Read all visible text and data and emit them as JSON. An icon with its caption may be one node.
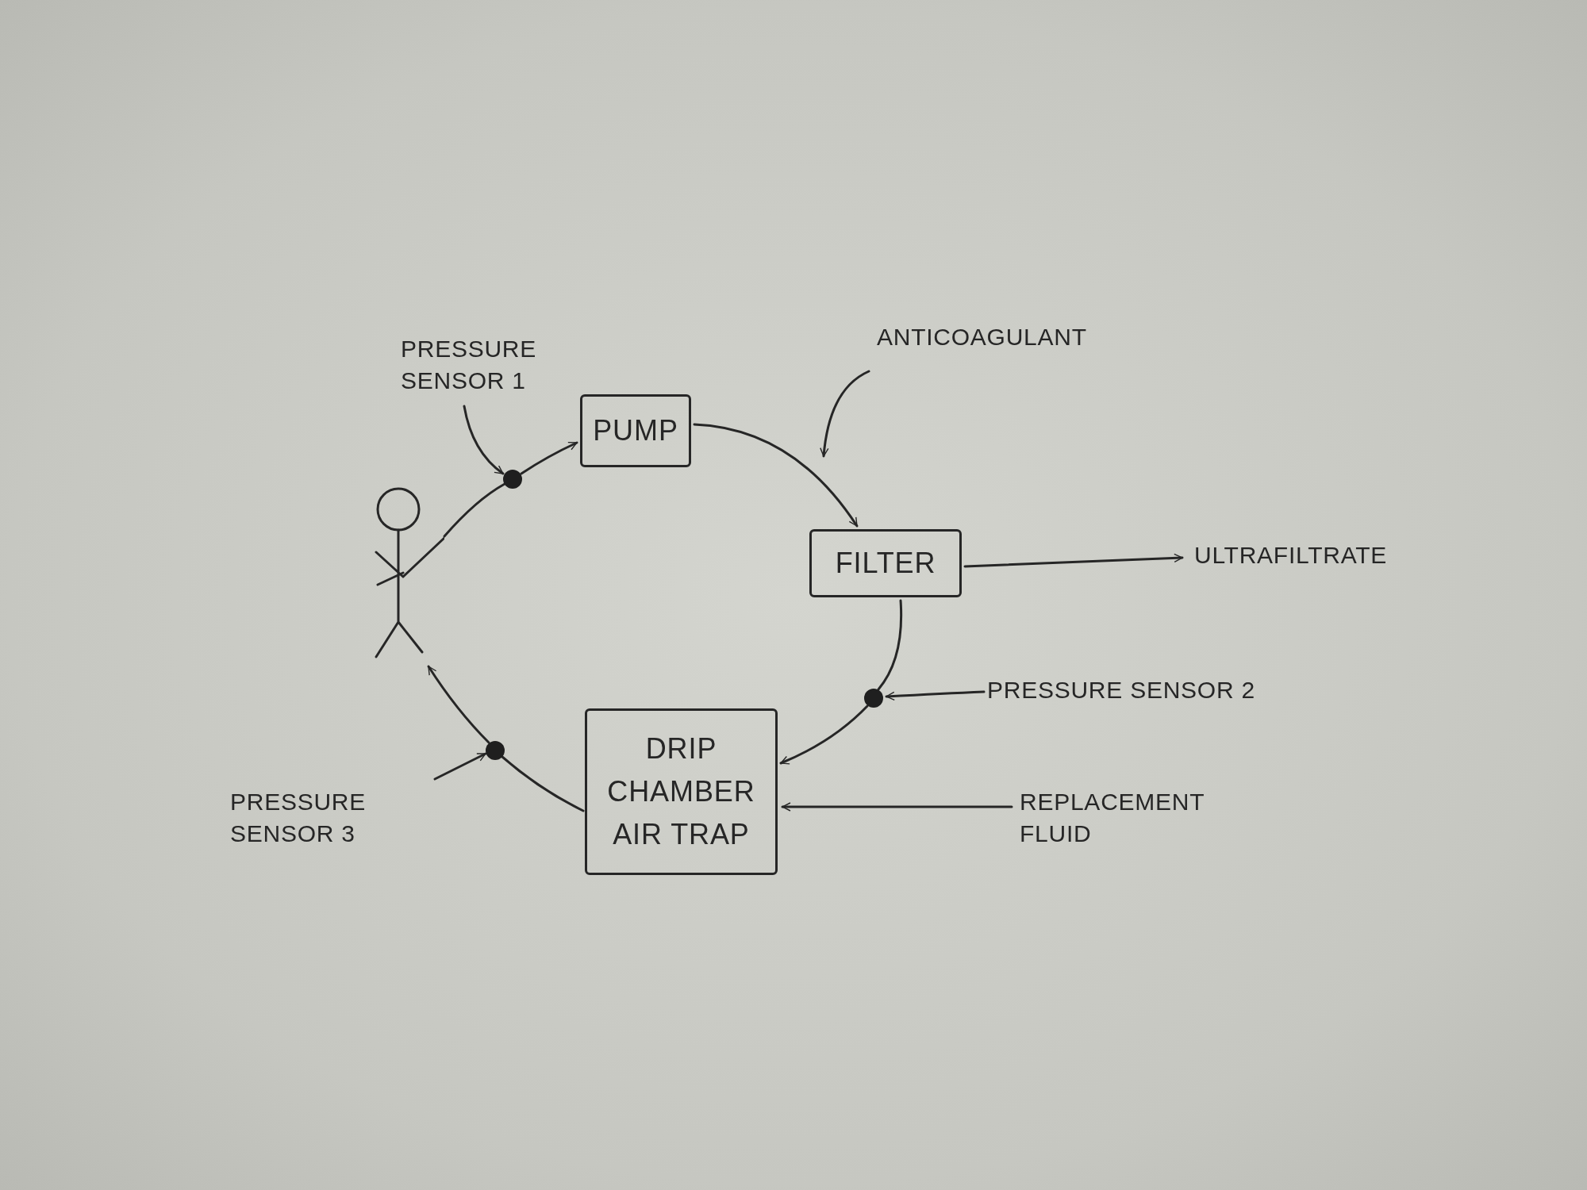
{
  "diagram": {
    "nodes": [
      {
        "text": [],
        "shape": "person"
      },
      {
        "text": [
          "PUMP"
        ]
      },
      {
        "text": [
          "FILTER"
        ]
      },
      {
        "text": [
          "DRIP CHAMBER AIR TRAP"
        ]
      },
      {
        "text": [
          "PRESSURE SENSOR 1"
        ]
      },
      {
        "text": [],
        "shape": "circle"
      },
      {
        "text": [
          "ANTICOAGULANT"
        ]
      },
      {
        "text": [
          "ULTRAFILTRATE"
        ]
      },
      {
        "text": [
          "PRESSURE SENSOR 2"
        ]
      },
      {
        "text": [],
        "shape": "circle"
      },
      {
        "text": [
          "REPLACEMENT FLUID"
        ]
      },
      {
        "text": [
          "PRESSURE SENSOR 3"
        ]
      },
      {
        "text": [],
        "shape": "circle"
      }
    ],
    "edges": [
      {
        "from": 0,
        "to": 5,
        "arrow": "none"
      },
      {
        "from": 5,
        "to": 1,
        "arrow": "to"
      },
      {
        "from": 1,
        "to": 2,
        "arrow": "to"
      },
      {
        "from": 2,
        "to": 9,
        "arrow": "none"
      },
      {
        "from": 9,
        "to": 3,
        "arrow": "to"
      },
      {
        "from": 3,
        "to": 12,
        "arrow": "none"
      },
      {
        "from": 12,
        "to": 0,
        "arrow": "to"
      },
      {
        "from": 4,
        "to": 5,
        "arrow": "to"
      },
      {
        "from": 6,
        "to": null,
        "arrow": "to"
      },
      {
        "from": 2,
        "to": 7,
        "arrow": "to"
      },
      {
        "from": 8,
        "to": 9,
        "arrow": "to"
      },
      {
        "from": 10,
        "to": 3,
        "arrow": "to"
      },
      {
        "from": 11,
        "to": 12,
        "arrow": "to"
      }
    ]
  }
}
